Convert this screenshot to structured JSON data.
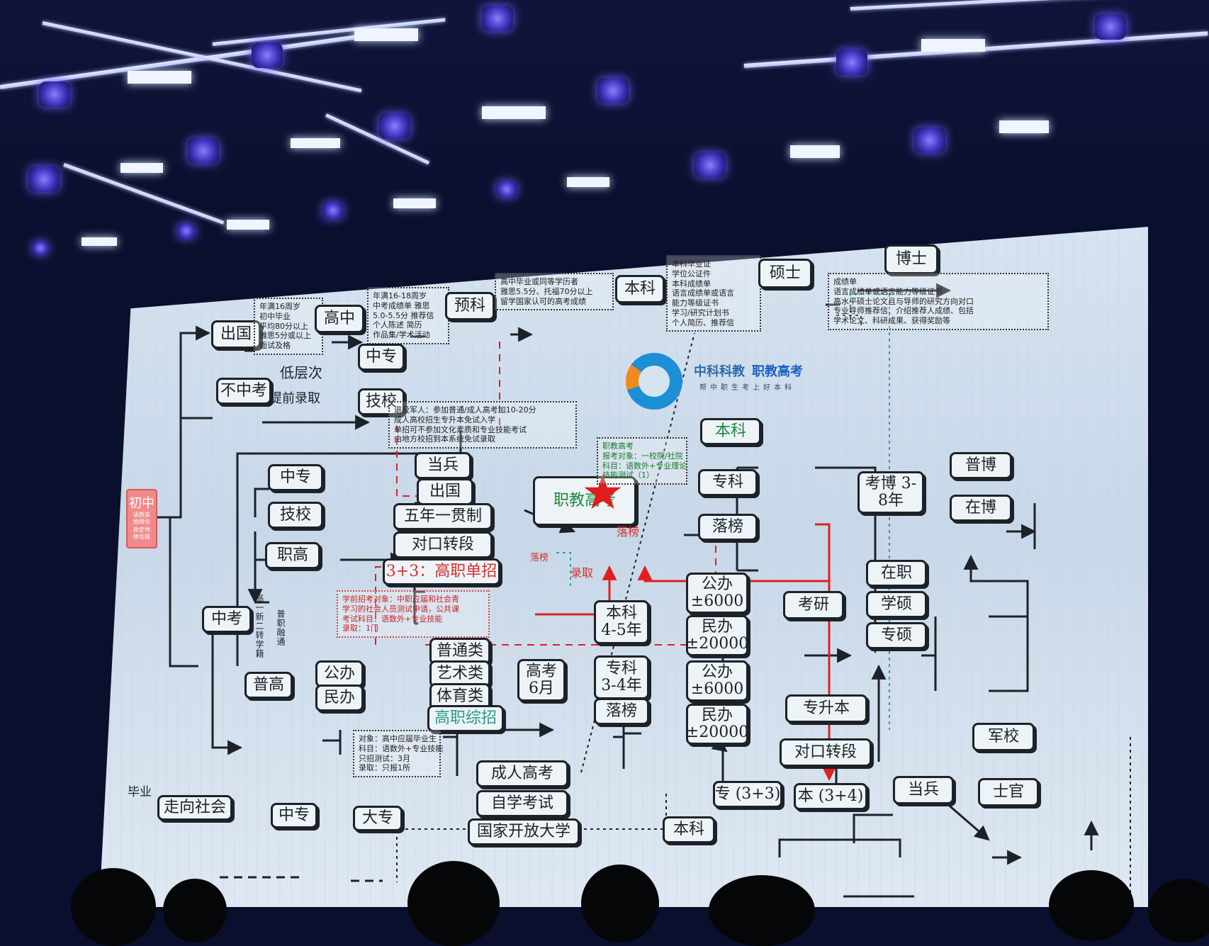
{
  "logo": {
    "brand": "中科科教",
    "product": "职教高考",
    "tagline": "帮中职生考上好本科"
  },
  "origin": {
    "title": "初中",
    "subjects": [
      "语数英",
      "物理化",
      "政史地",
      "体信操"
    ]
  },
  "nodes": {
    "chuguo": "出国",
    "gaozhong": "高中",
    "yuke": "预科",
    "benke_top": "本科",
    "shuoshi": "硕士",
    "boshi": "博士",
    "buzhongkao": "不中考",
    "zhongzhuan_top": "中专",
    "jixiao_top": "技校",
    "zhongzhuan": "中专",
    "jixiao": "技校",
    "zhigao": "职高",
    "zhongkao": "中考",
    "dangbing": "当兵",
    "chuguo2": "出国",
    "wunian": "五年一贯制",
    "duikou": "对口转段",
    "sanjiasan": "3+3：高职单招",
    "zhijiao": "职教高考",
    "benke_mid": "本科",
    "zhuanke_mid": "专科",
    "luobang_mid": "落榜",
    "putong": "普通类",
    "yishu": "艺术类",
    "tiyu": "体育类",
    "gaozhi": "高职综招",
    "gongban": "公办",
    "minban": "民办",
    "pugao": "普高",
    "gaokao": "高考 6月",
    "benke_b": "本科 4-5年",
    "zhuanke_b": "专科 3-4年",
    "luobang_b": "落榜",
    "gongban1": "公办 ±6000",
    "minban1": "民办 ±20000",
    "gongban2": "公办 ±6000",
    "minban2": "民办 ±20000",
    "kaoyan": "考研",
    "zaizhi": "在职",
    "xueshuo": "学硕",
    "zhuanshuo": "专硕",
    "kaobo": "考博 3-8年",
    "pubo": "普博",
    "zaibo": "在博",
    "zhuanshengben": "专升本",
    "duikou2": "对口转段",
    "zhuan33": "专 (3+3)",
    "ben34": "本 (3+4)",
    "dangbing2": "当兵",
    "shiguan": "士官",
    "junxiao": "军校",
    "zouxiang": "走向社会",
    "zhongzhuan_b": "中专",
    "dazhuan": "大专",
    "chengren": "成人高考",
    "zixue": "自学考试",
    "guojia": "国家开放大学",
    "benke_bot": "本科"
  },
  "labels": {
    "dicengci": "低层次",
    "tiqian": "提前录取",
    "luobang_red": "落榜",
    "luobang_red2": "落榜",
    "luqu": "录取",
    "biye": "毕业",
    "gaoyi": "高一新二转学籍",
    "shenzhi": "普职融通"
  },
  "notes": {
    "chuguo": [
      "年满16周岁",
      "初中毕业",
      "平均80分以上",
      "雅思5分或以上",
      "面试及格"
    ],
    "gaozhong": [
      "年满16-18周岁",
      "中考成绩单 雅思",
      "5.0-5.5分 推荐信",
      "个人陈述 简历",
      "作品集/学术活动"
    ],
    "yuke": [
      "高中毕业或同等学历者",
      "雅思5.5分、托福70分以上",
      "留学国家认可的高考成绩"
    ],
    "benke": [
      "本科毕业证",
      "学位公证件",
      "本科成绩单",
      "语言成绩单或语言",
      "能力等级证书",
      "学习/研究计划书",
      "个人简历、推荐信"
    ],
    "shuoshi": [
      "成绩单",
      "语言成绩单或语言能力等级证书",
      "高水平硕士论文且与导师的研究方向对口",
      "专业导师推荐信、介绍推荐人成绩、包括",
      "学术论文、科研成果、获得奖励等"
    ],
    "dangbing": [
      "退役军人：参加普通/成人高考加10-20分",
      "成人高校招生专升本免试入学",
      "单招可不参加文化素质和专业技能考试",
      "由地方校招到本系统免试录取"
    ],
    "zhijiao": [
      "职教高考",
      "报考对象：一校院/社院",
      "科目：语数外+专业理论",
      "技能测试（1）"
    ],
    "xuezhi": [
      "学前招考对象：中职应届和社会青",
      "学习的社会人员测试申请，公共课",
      "考试科目：语数外+专业技能",
      "录取：1门"
    ],
    "gaozhi": [
      "对象：高中应届毕业生",
      "科目：语数外+专业技能",
      "只招测试：3月",
      "录取：只报1所"
    ]
  }
}
